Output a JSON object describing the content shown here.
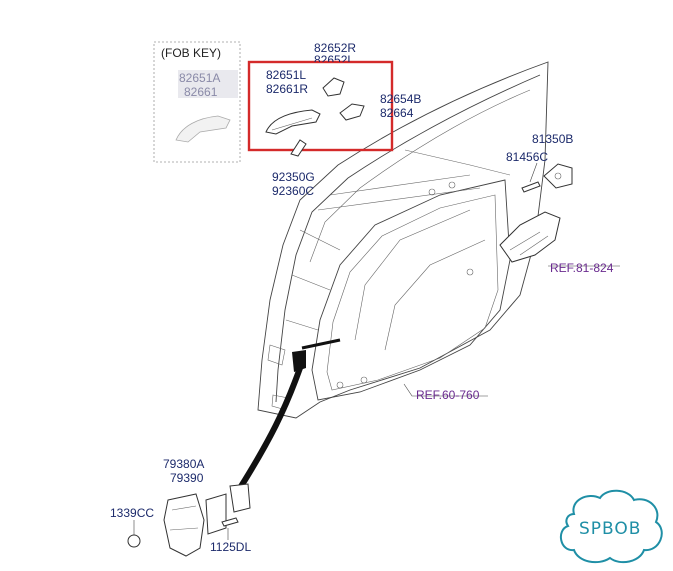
{
  "fob_key": {
    "title": "(FOB KEY)",
    "part_a": "82651A",
    "part_b": "82661"
  },
  "labels": {
    "p82652": "82652R",
    "p82652_cut": "82652L",
    "p82651": "82651L",
    "p82661": "82661R",
    "p82654": "82654B",
    "p82664": "82664",
    "p92350": "92350G",
    "p92360": "92360C",
    "p81350": "81350B",
    "p81456": "81456C",
    "p79380": "79380A",
    "p79390": "79390",
    "p1339": "1339CC",
    "p1125": "1125DL"
  },
  "refs": {
    "latch": "REF.81-824",
    "door": "REF.60-760"
  },
  "colors": {
    "highlight_box": "#d42a2a",
    "label_text": "#1c2a6b",
    "ref_text": "#6a2b8f",
    "watermark": "#1f8fa6"
  },
  "watermark": {
    "text": "SPBOB"
  }
}
